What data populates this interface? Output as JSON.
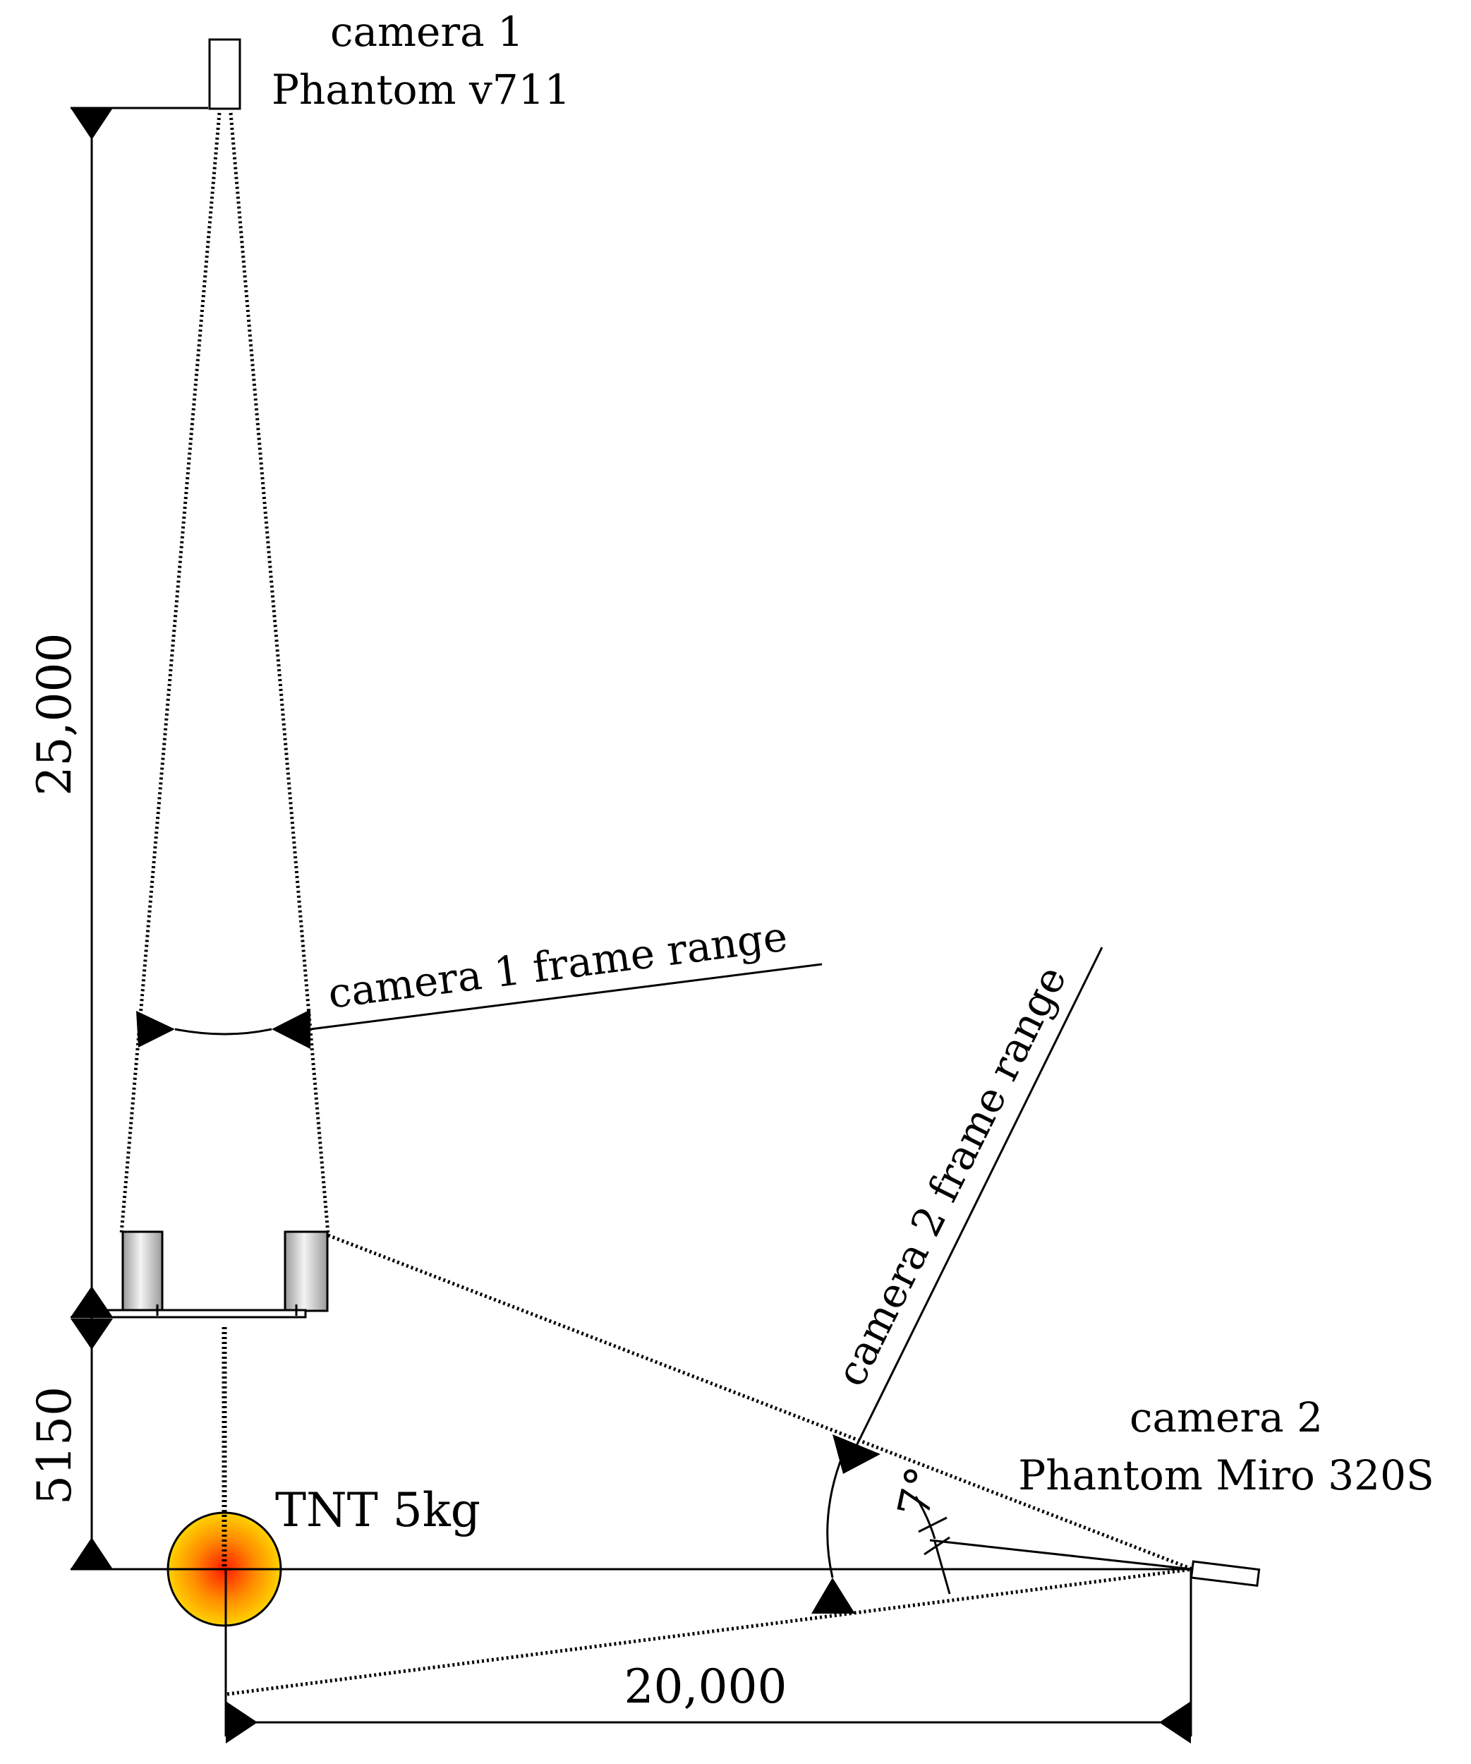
{
  "labels": {
    "camera1_name": "camera 1",
    "camera1_model": "Phantom v711",
    "camera2_name": "camera 2",
    "camera2_model": "Phantom Miro 320S",
    "charge": "TNT 5kg",
    "camera1_frame_range": "camera 1 frame range",
    "camera2_frame_range": "camera 2 frame range",
    "angle": "7°"
  },
  "dimensions": {
    "camera1_height": "25,000",
    "target_height": "5150",
    "camera2_distance": "20,000"
  },
  "colors": {
    "line": "#000000",
    "charge_core": "#ff1a00",
    "charge_mid": "#ff8c00",
    "charge_edge": "#ffd200",
    "target_light": "#f4f4f4",
    "target_dark": "#9a9a9a"
  }
}
